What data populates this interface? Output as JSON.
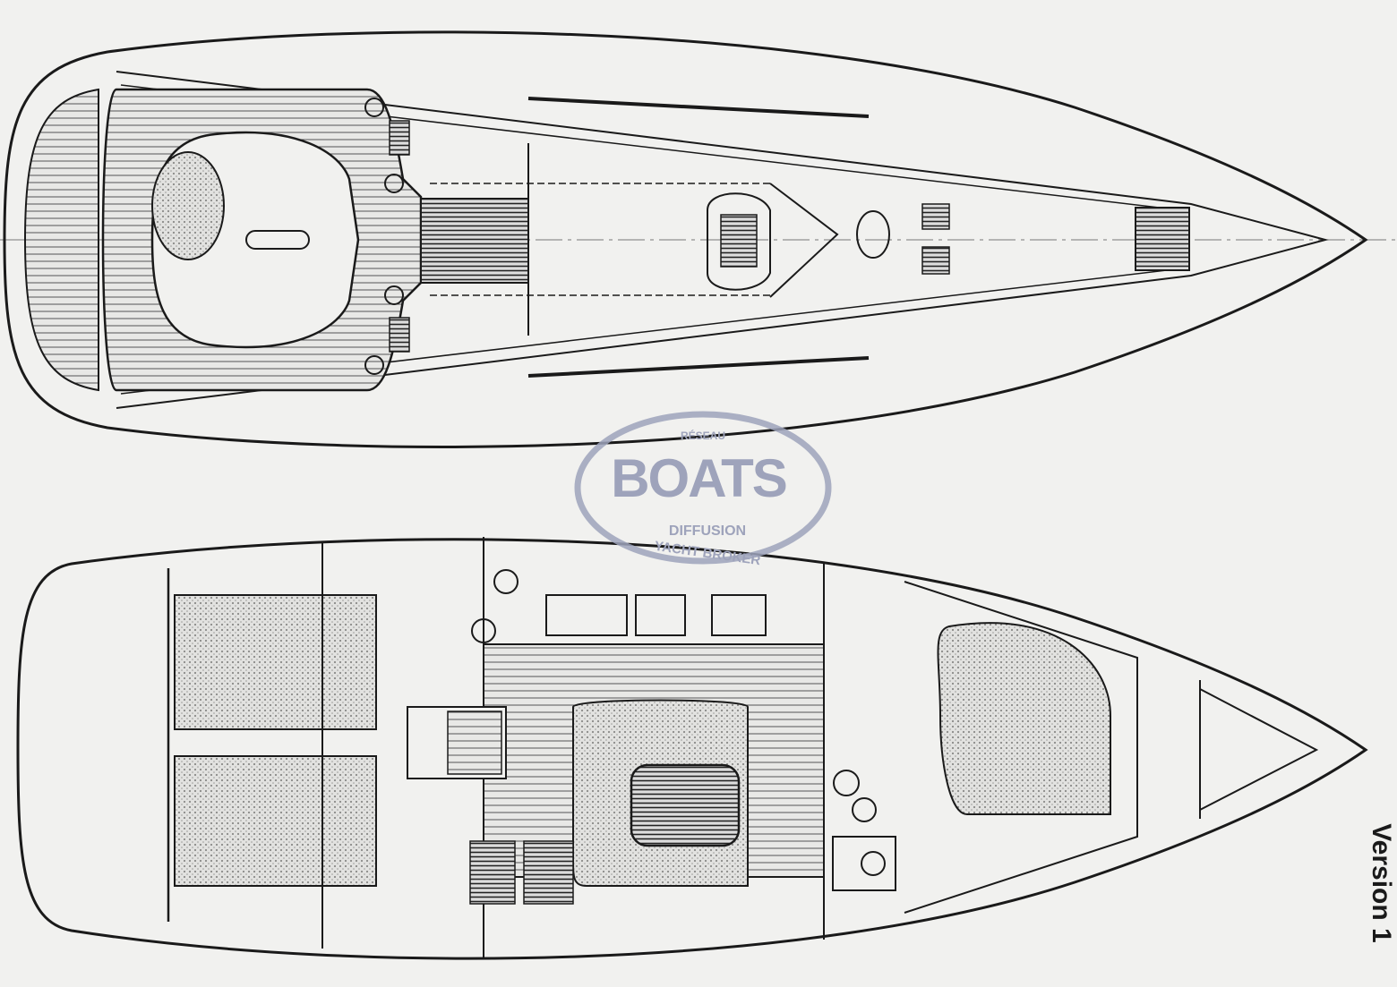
{
  "diagram": {
    "top_view": "deck-plan",
    "bottom_view": "interior-layout",
    "label": "Version 1"
  },
  "watermark": {
    "top": "RÉSEAU",
    "brand": "BOATS",
    "line1": "DIFFUSION",
    "line2": "YACHT BROKER",
    "color": "#9ea3bb"
  },
  "colors": {
    "line": "#1a1a1a",
    "paper": "#f1f1ef",
    "fill": "#c8c8c6"
  }
}
